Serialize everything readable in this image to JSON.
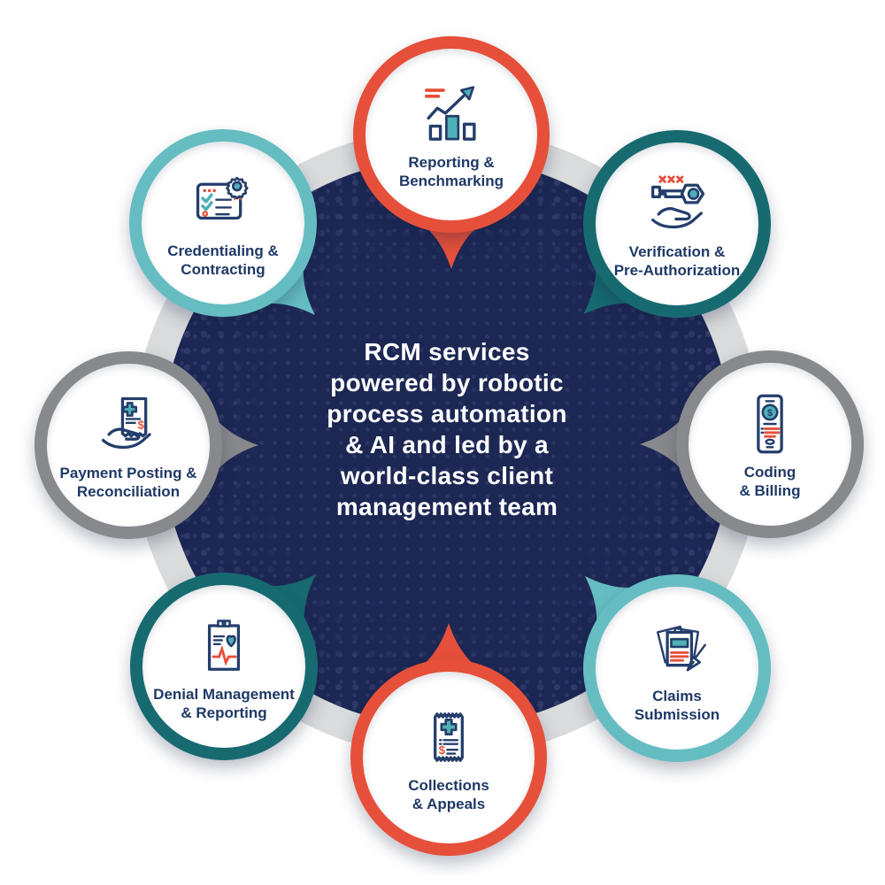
{
  "diagram": {
    "center_text": "RCM services\npowered by robotic\nprocess automation\n& AI and led by a\nworld-class client\nmanagement team"
  },
  "services": [
    {
      "label": "Reporting &\nBenchmarking",
      "icon": "bar-chart-growth-icon",
      "ring_color": "#E6503A"
    },
    {
      "label": "Verification &\nPre-Authorization",
      "icon": "key-in-hand-icon",
      "ring_color": "#176A70"
    },
    {
      "label": "Coding\n& Billing",
      "icon": "mobile-billing-icon",
      "ring_color": "#87898C"
    },
    {
      "label": "Claims\nSubmission",
      "icon": "documents-pen-icon",
      "ring_color": "#65BDC2"
    },
    {
      "label": "Collections\n& Appeals",
      "icon": "medical-receipt-icon",
      "ring_color": "#E6503A"
    },
    {
      "label": "Denial Management\n& Reporting",
      "icon": "clipboard-heartbeat-icon",
      "ring_color": "#176A70"
    },
    {
      "label": "Payment Posting &\nReconciliation",
      "icon": "hand-bill-icon",
      "ring_color": "#87898C"
    },
    {
      "label": "Credentialing &\nContracting",
      "icon": "certificate-checklist-icon",
      "ring_color": "#65BDC2"
    }
  ],
  "glyphs": {
    "dollar": "$"
  },
  "colors": {
    "accent_orange": "#E6503A",
    "teal_dark": "#176A70",
    "teal_light": "#65BDC2",
    "gray": "#87898C",
    "navy_background": "#1C2754",
    "halftone_dot": "#3E4674",
    "outer_ring_gray": "#DADBDD",
    "label_text": "#1F3966",
    "center_text": "#FFFFFF",
    "icon_stroke": "#243E6B",
    "icon_teal": "#4FB0B7"
  }
}
